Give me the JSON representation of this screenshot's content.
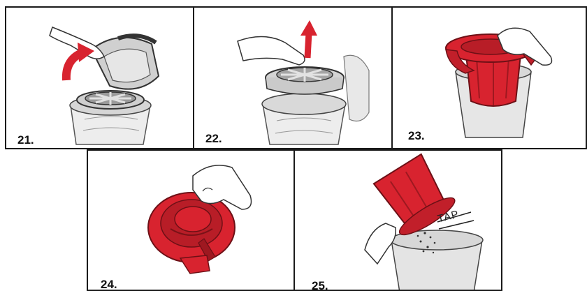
{
  "colors": {
    "accent_red": "#d8232f",
    "dark_red": "#9e1820",
    "light_gray": "#e3e3e3",
    "mid_gray": "#bdbdbd",
    "outline": "#3a3a3a"
  },
  "panels": [
    {
      "label": "21.",
      "icon": "lid-lift-illustration"
    },
    {
      "label": "22.",
      "icon": "filter-lift-illustration"
    },
    {
      "label": "23.",
      "icon": "cyclone-remove-illustration"
    },
    {
      "label": "24.",
      "icon": "cyclone-detach-illustration"
    },
    {
      "label": "25.",
      "icon": "tap-empty-illustration",
      "annotation": "TAP"
    }
  ]
}
